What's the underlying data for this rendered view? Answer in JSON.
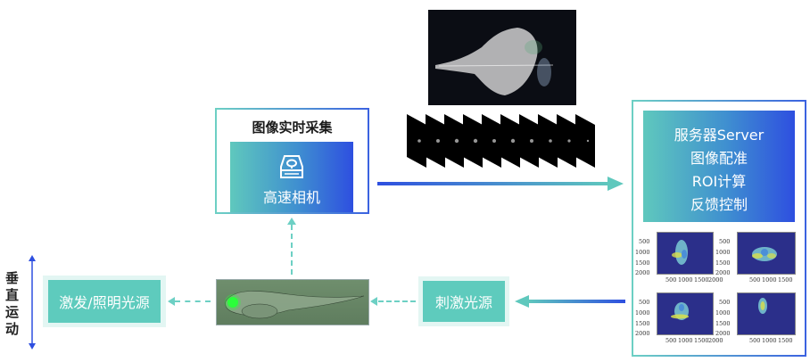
{
  "camera_module": {
    "title": "图像实时采集",
    "icon": "camera-icon",
    "label": "高速相机"
  },
  "server_module": {
    "lines": [
      "服务器Server",
      "图像配准",
      "ROI计算",
      "反馈控制"
    ],
    "plots": [
      {
        "y_ticks": [
          "500",
          "1000",
          "1500",
          "2000"
        ],
        "x_ticks": [
          "500",
          "1000",
          "1500",
          "2000"
        ]
      },
      {
        "y_ticks": [
          "500",
          "1000",
          "1500",
          "2000"
        ],
        "x_ticks": [
          "500",
          "1000",
          "1500"
        ]
      },
      {
        "y_ticks": [
          "500",
          "1000",
          "1500",
          "2000"
        ],
        "x_ticks": [
          "500",
          "1000",
          "1500",
          "2000"
        ]
      },
      {
        "y_ticks": [
          "500",
          "1000",
          "1500",
          "2000"
        ],
        "x_ticks": [
          "500",
          "1000",
          "1500"
        ]
      }
    ]
  },
  "excitation_source": {
    "label": "激发/照明光源"
  },
  "stimulus_source": {
    "label": "刺激光源"
  },
  "vertical_motion": {
    "label": "垂直运动"
  },
  "image_stack": {
    "frame_count": 10
  },
  "colors": {
    "teal": "#5ecbbd",
    "blue": "#2e4fe0",
    "plot_bg": "#2b2f8a"
  }
}
